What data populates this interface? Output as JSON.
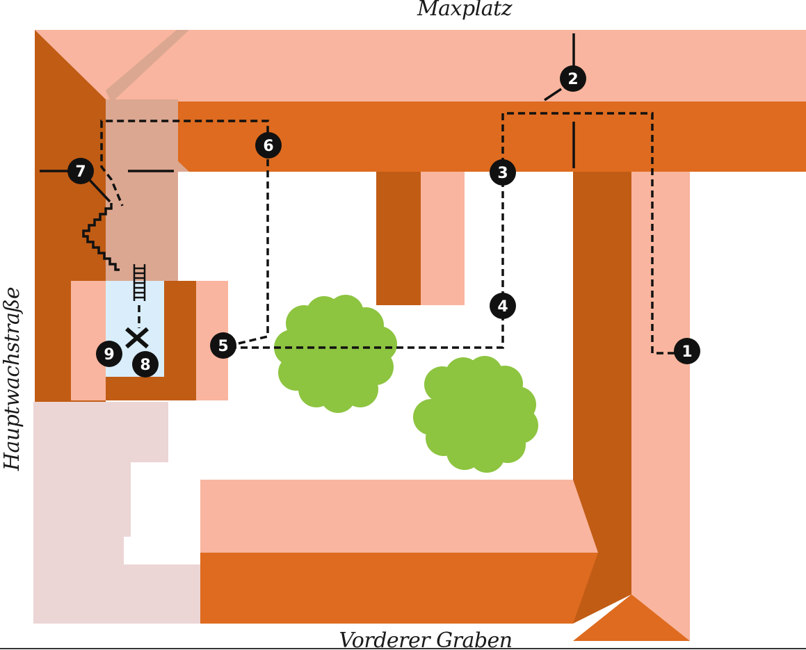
{
  "streets": {
    "top": "Maxplatz",
    "bottom": "Vorderer Graben",
    "left": "Hauptwachstraße"
  },
  "markers": [
    {
      "label": "1"
    },
    {
      "label": "2"
    },
    {
      "label": "3"
    },
    {
      "label": "4"
    },
    {
      "label": "5"
    },
    {
      "label": "6"
    },
    {
      "label": "7"
    },
    {
      "label": "8"
    },
    {
      "label": "9"
    }
  ],
  "colors": {
    "roof_light": "#f9b59f",
    "roof_orange": "#de6b1f",
    "roof_dark": "#c15c15",
    "roof_muted": "#dba791",
    "neighbor": "#ecd5d5",
    "water": "#d9eefa",
    "tree": "#8dc440",
    "route": "#111111"
  },
  "icons": [
    "ladder-icon",
    "cross-icon",
    "staircase-icon",
    "tree-icon"
  ]
}
